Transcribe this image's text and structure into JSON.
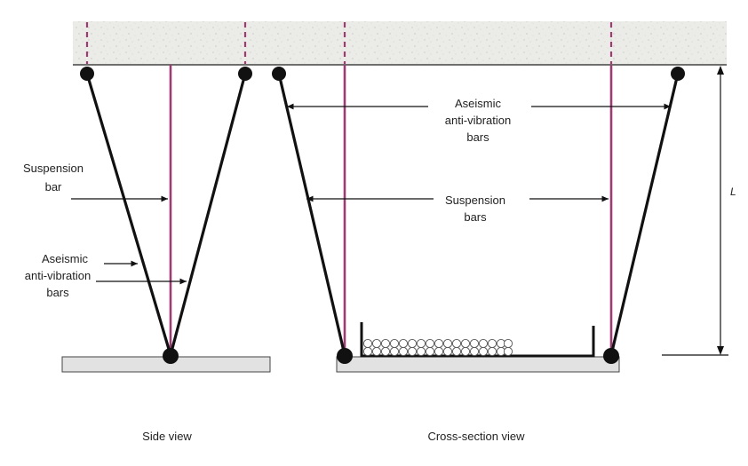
{
  "side_view": {
    "suspension_label": [
      "Suspension",
      "bar"
    ],
    "aseismic_label": [
      "Aseismic",
      "anti-vibration",
      "bars"
    ],
    "caption": "Side view"
  },
  "cross_section": {
    "aseismic_label": [
      "Aseismic",
      "anti-vibration",
      "bars"
    ],
    "suspension_label": [
      "Suspension",
      "bars"
    ],
    "caption": "Cross-section view"
  },
  "dimension": {
    "length_label": "L"
  },
  "colors": {
    "slab": "#e9e9e5",
    "suspension_bar": "#9c3c72",
    "brace": "#111111",
    "platform": "#e2e2e2"
  }
}
